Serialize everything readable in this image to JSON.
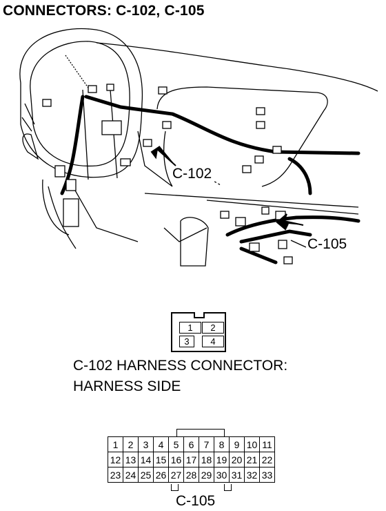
{
  "title": "CONNECTORS: C-102, C-105",
  "callouts": {
    "c102": "C-102",
    "c105": "C-105"
  },
  "c102_pins": [
    "1",
    "2",
    "3",
    "4"
  ],
  "c102_caption": {
    "line1": "C-102 HARNESS CONNECTOR:",
    "line2": "HARNESS SIDE"
  },
  "c105_rows": [
    [
      "1",
      "2",
      "3",
      "4",
      "5",
      "6",
      "7",
      "8",
      "9",
      "10",
      "11"
    ],
    [
      "12",
      "13",
      "14",
      "15",
      "16",
      "17",
      "18",
      "19",
      "20",
      "21",
      "22"
    ],
    [
      "23",
      "24",
      "25",
      "26",
      "27",
      "28",
      "29",
      "30",
      "31",
      "32",
      "33"
    ]
  ],
  "c105_name": "C-105"
}
